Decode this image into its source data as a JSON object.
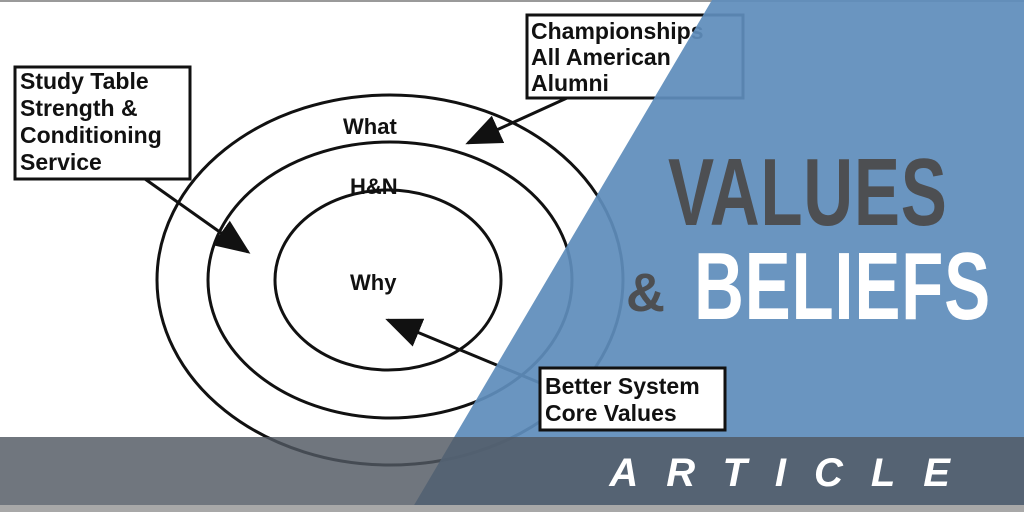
{
  "diagram": {
    "left_box": [
      "Study Table",
      "Strength &",
      "Conditioning",
      "Service"
    ],
    "top_box": [
      "Championships",
      "All American",
      "Alumni"
    ],
    "bottom_box": [
      "Better System",
      "Core Values"
    ],
    "rings": {
      "outer": "What",
      "middle": "H&N",
      "inner": "Why"
    }
  },
  "title": {
    "line1": "VALUES",
    "ampersand": "&",
    "line2": "BELIEFS"
  },
  "band": {
    "label": "ARTICLE"
  },
  "colors": {
    "triangle": "#5f8dbb",
    "title_dark": "#4d4f52",
    "band": "#505862"
  }
}
